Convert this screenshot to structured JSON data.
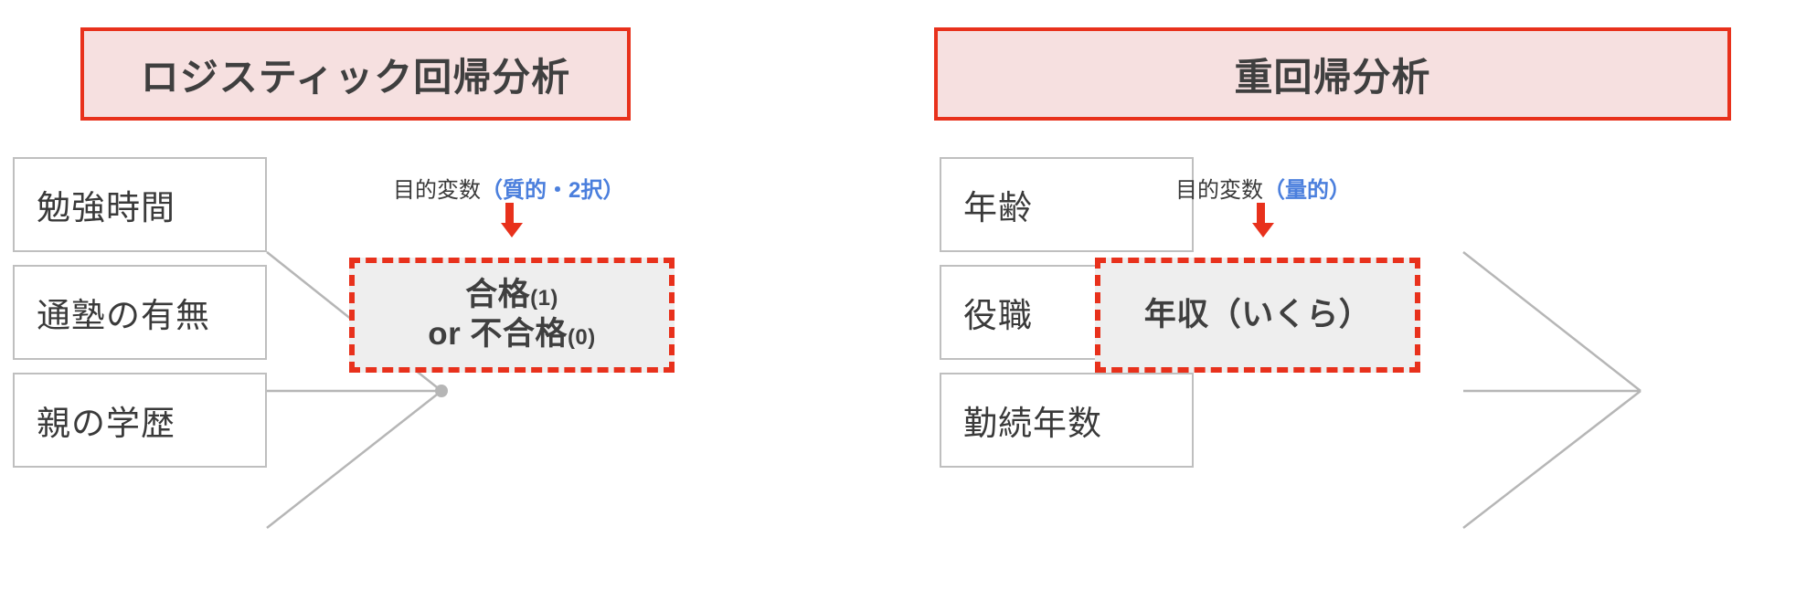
{
  "diagram": {
    "colors": {
      "accent_red": "#e8311c",
      "title_bg": "#f6e0e0",
      "target_bg": "#eeeeee",
      "blue_accent": "#4b7fdd",
      "box_border": "#bfbfbf",
      "line": "#b6b6b6",
      "text": "#3f3f3f"
    },
    "panels": [
      {
        "id": "logistic",
        "title": "ロジスティック回帰分析",
        "predictors": [
          {
            "label": "勉強時間"
          },
          {
            "label": "通塾の有無"
          },
          {
            "label": "親の学歴"
          }
        ],
        "dependent_label_prefix": "目的変数",
        "dependent_label_accent": "（質的・2択）",
        "target": {
          "line1_main": "合格",
          "line1_sub": "(1)",
          "line2_main": "or 不合格",
          "line2_sub": "(0)"
        },
        "arrow_icon": "down-arrow-icon"
      },
      {
        "id": "multiple-regression",
        "title": "重回帰分析",
        "predictors": [
          {
            "label": "年齢"
          },
          {
            "label": "役職"
          },
          {
            "label": "勤続年数"
          }
        ],
        "dependent_label_prefix": "目的変数",
        "dependent_label_accent": "（量的）",
        "target": {
          "line1_main": "年収（いくら）",
          "line1_sub": "",
          "line2_main": "",
          "line2_sub": ""
        },
        "arrow_icon": "down-arrow-icon"
      }
    ]
  }
}
